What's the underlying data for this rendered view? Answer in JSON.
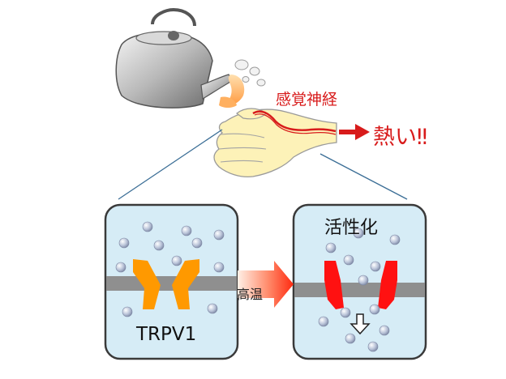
{
  "labels": {
    "sensory_nerve": "感覚神経",
    "hot": "熱い‼",
    "channel": "TRPV1",
    "high_temp": "高温",
    "activation": "活性化"
  },
  "colors": {
    "nerve_red": "#d81b1b",
    "channel_closed": "#ff9900",
    "channel_open": "#ff1111",
    "cell_bg": "#d6ecf6",
    "membrane": "#8f8f8f",
    "hand": "#fdf2b8",
    "arrow_gradient_start": "#ffe8d8",
    "arrow_gradient_end": "#ff3a1a"
  },
  "icons": [
    "kettle-icon",
    "steam-icon",
    "hot-water-icon",
    "hand-icon",
    "ion-particle-icon",
    "down-arrow-icon",
    "right-arrow-icon"
  ]
}
